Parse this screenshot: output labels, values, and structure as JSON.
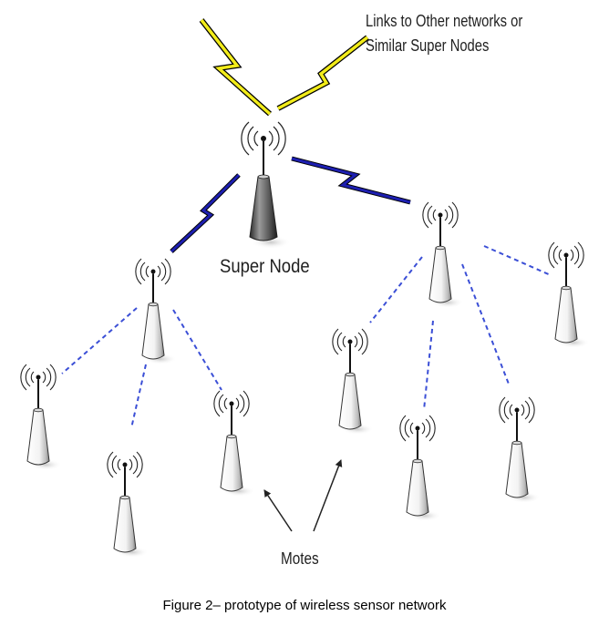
{
  "labels": {
    "links_line1": "Links to Other networks or",
    "links_line2": "Similar Super Nodes",
    "super_node": "Super Node",
    "motes": "Motes"
  },
  "caption": "Figure 2– prototype of wireless sensor network",
  "colors": {
    "uplink_bolt": "#f2ec1a",
    "radio_bolt": "#1d1fb0",
    "wireless_dash": "#3b4fd6",
    "node_body_light": "#f4f4f4",
    "node_body_dark": "#4a4a4a",
    "text": "#1f1f1f"
  },
  "icons": [
    "antenna-icon",
    "radio-waves-icon",
    "lightning-bolt-icon",
    "arrow-icon"
  ]
}
